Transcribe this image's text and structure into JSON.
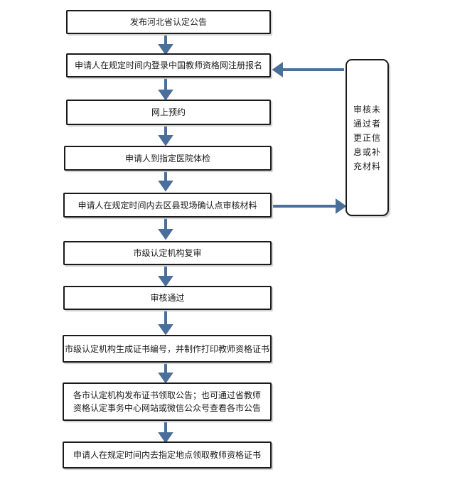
{
  "flowchart": {
    "steps": [
      "发布河北省认定公告",
      "申请人在规定时间内登录中国教师资格网注册报名",
      "网上预约",
      "申请人到指定医院体检",
      "申请人在规定时间内去区县现场确认点审核材料",
      "市级认定机构复审",
      "审核通过",
      "市级认定机构生成证书编号，并制作打印教师资格证书",
      "各市认定机构发布证书领取公告；也可通过省教师资格认定事务中心网站或微信公众号查看各市公告",
      "申请人在规定时间内去指定地点领取教师资格证书"
    ],
    "side_box": "审核未通过者更正信息或补充材料"
  },
  "colors": {
    "arrow": "#4a6f9a",
    "border": "#1a1a1a"
  }
}
